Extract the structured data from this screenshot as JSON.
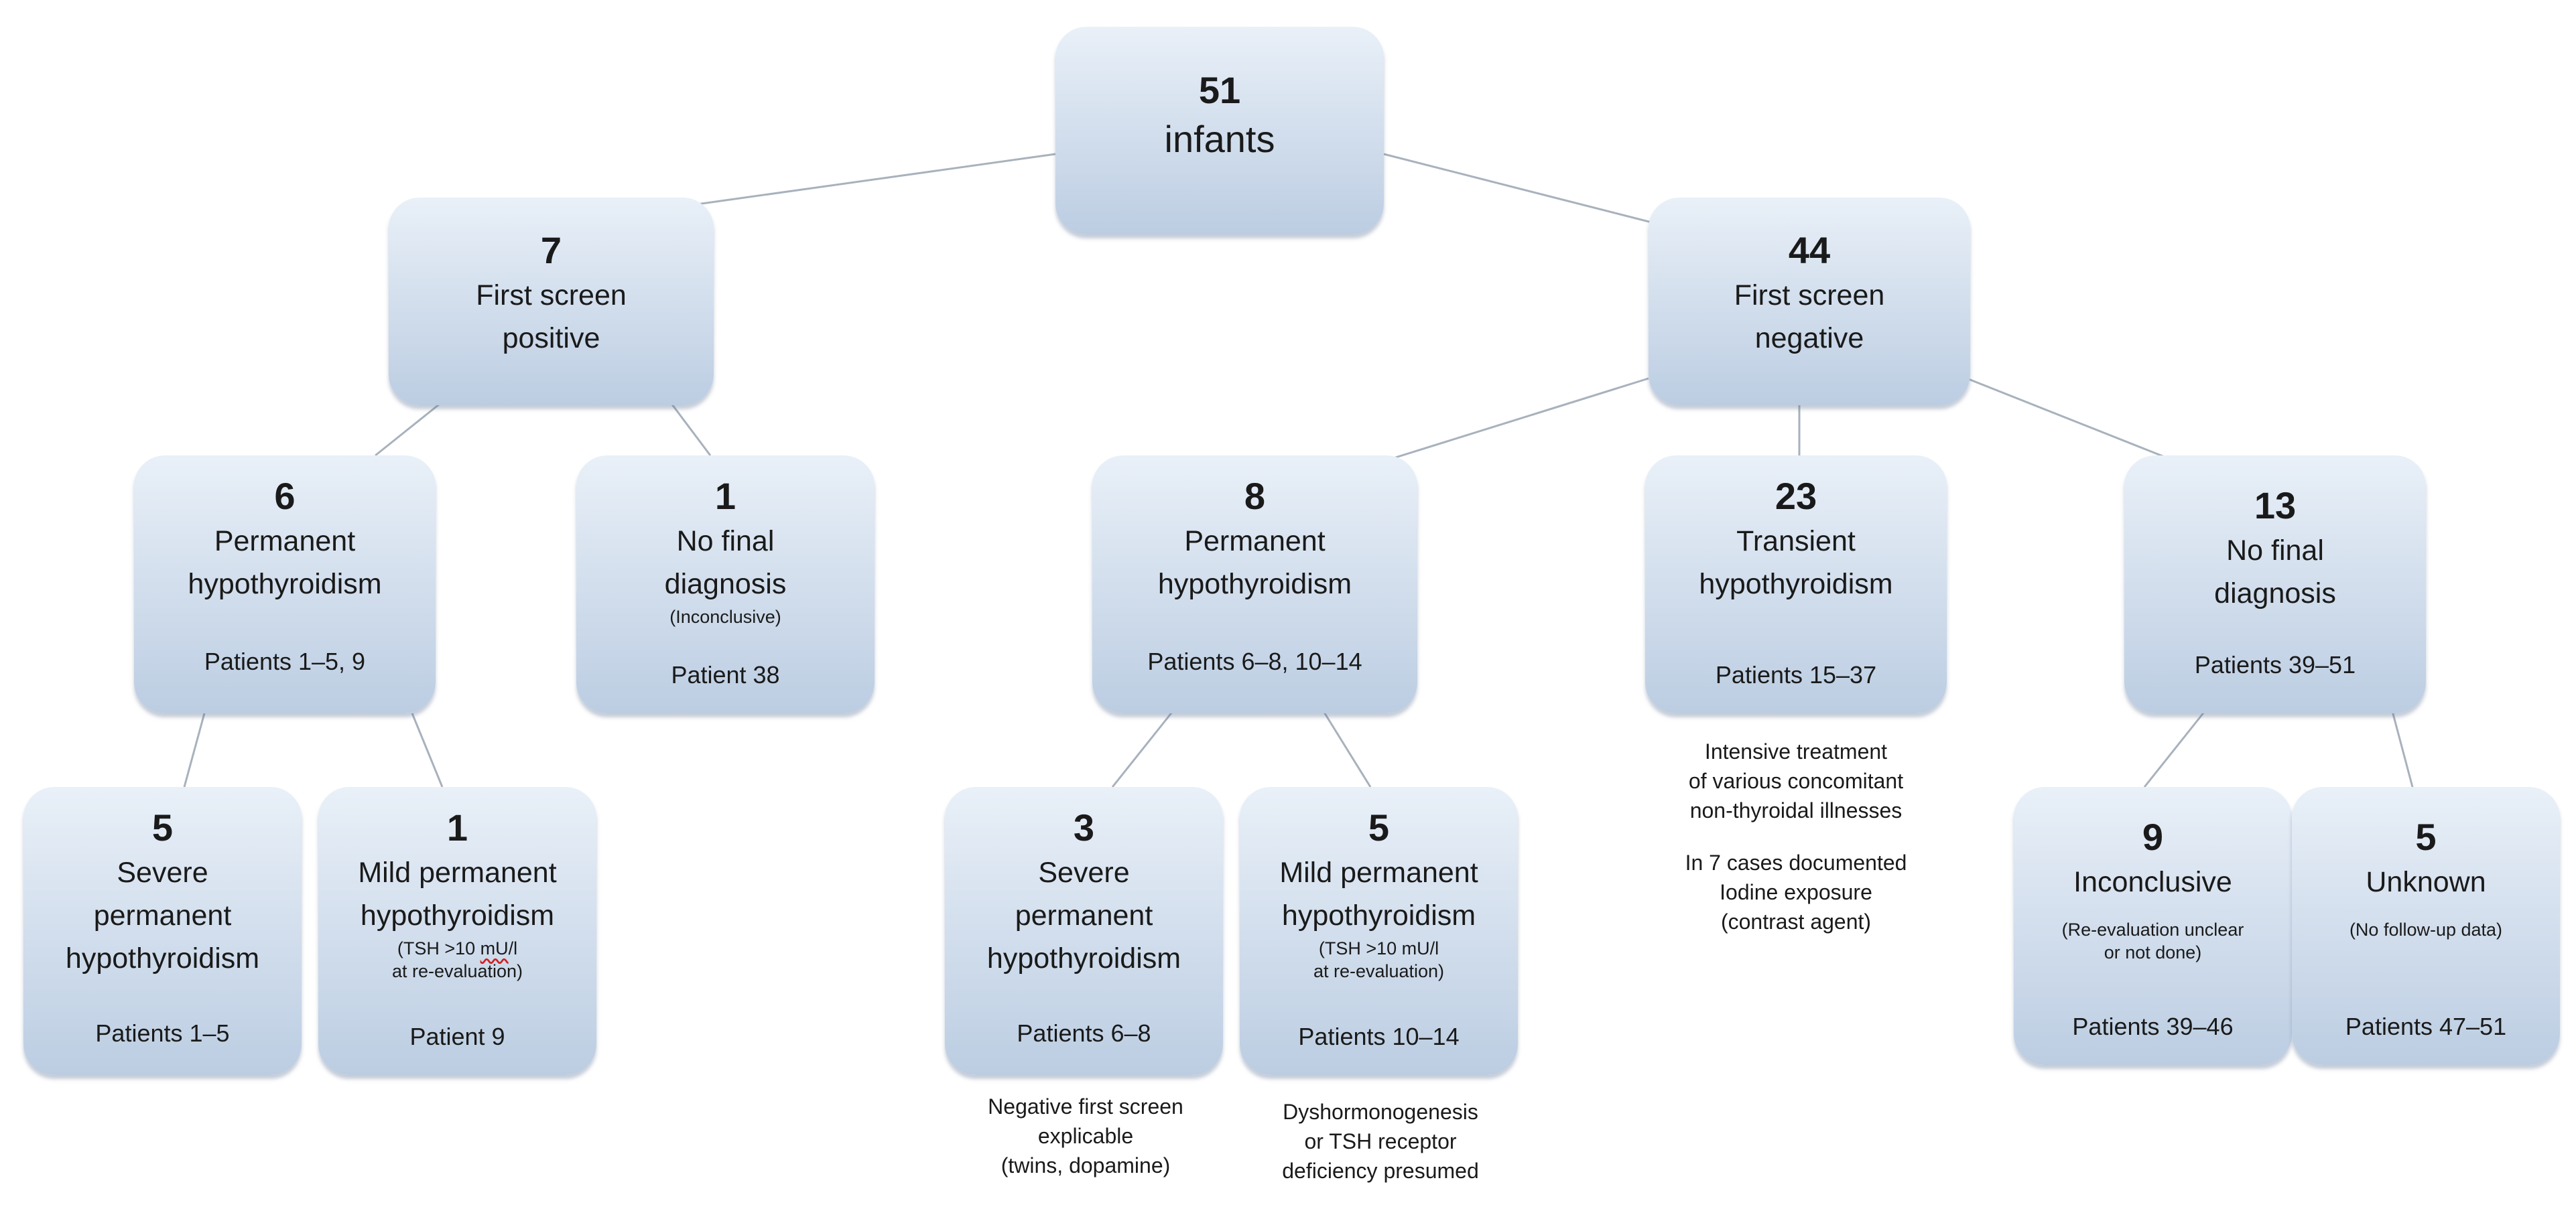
{
  "nodes": {
    "root": {
      "count": "51",
      "label": "infants"
    },
    "first_positive": {
      "count": "7",
      "label_line1": "First screen",
      "label_line2": "positive"
    },
    "first_negative": {
      "count": "44",
      "label_line1": "First screen",
      "label_line2": "negative"
    },
    "pos_permanent": {
      "count": "6",
      "label_line1": "Permanent",
      "label_line2": "hypothyroidism",
      "patients": "Patients 1–5, 9"
    },
    "pos_no_final": {
      "count": "1",
      "label_line1": "No final",
      "label_line2": "diagnosis",
      "sub": "(Inconclusive)",
      "patients": "Patient 38"
    },
    "neg_permanent": {
      "count": "8",
      "label_line1": "Permanent",
      "label_line2": "hypothyroidism",
      "patients": "Patients 6–8, 10–14"
    },
    "neg_transient": {
      "count": "23",
      "label_line1": "Transient",
      "label_line2": "hypothyroidism",
      "patients": "Patients 15–37"
    },
    "neg_no_final": {
      "count": "13",
      "label_line1": "No final",
      "label_line2": "diagnosis",
      "patients": "Patients 39–51"
    },
    "pos_severe": {
      "count": "5",
      "label_line1": "Severe",
      "label_line2": "permanent",
      "label_line3": "hypothyroidism",
      "patients": "Patients 1–5"
    },
    "pos_mild": {
      "count": "1",
      "label_line1": "Mild permanent",
      "label_line2": "hypothyroidism",
      "sub_line1_a": "(TSH >10 ",
      "sub_line1_b": "mU",
      "sub_line1_c": "/l",
      "sub_line2": "at re-evaluation)",
      "patients": "Patient 9"
    },
    "neg_severe": {
      "count": "3",
      "label_line1": "Severe",
      "label_line2": "permanent",
      "label_line3": "hypothyroidism",
      "patients": "Patients 6–8"
    },
    "neg_mild": {
      "count": "5",
      "label_line1": "Mild permanent",
      "label_line2": "hypothyroidism",
      "sub_line1": "(TSH >10 mU/l",
      "sub_line2": "at re-evaluation)",
      "patients": "Patients 10–14"
    },
    "inconclusive": {
      "count": "9",
      "label": "Inconclusive",
      "sub_line1": "(Re-evaluation unclear",
      "sub_line2": "or not done)",
      "patients": "Patients 39–46"
    },
    "unknown": {
      "count": "5",
      "label": "Unknown",
      "sub": "(No follow-up data)",
      "patients": "Patients 47–51"
    }
  },
  "notes": {
    "transient": {
      "p1_line1": "Intensive treatment",
      "p1_line2": "of various concomitant",
      "p1_line3": "non-thyroidal illnesses",
      "p2_line1": "In 7 cases documented",
      "p2_line2": "Iodine exposure",
      "p2_line3": "(contrast agent)"
    },
    "neg_severe": {
      "line1": "Negative first screen",
      "line2": "explicable",
      "line3": "(twins, dopamine)"
    },
    "neg_mild": {
      "line1": "Dyshormonogenesis",
      "line2": "or TSH receptor",
      "line3": "deficiency presumed"
    }
  },
  "colors": {
    "connector": "#a8b2bd",
    "box_top": "#e9f0f8",
    "box_bottom": "#bccde2"
  }
}
